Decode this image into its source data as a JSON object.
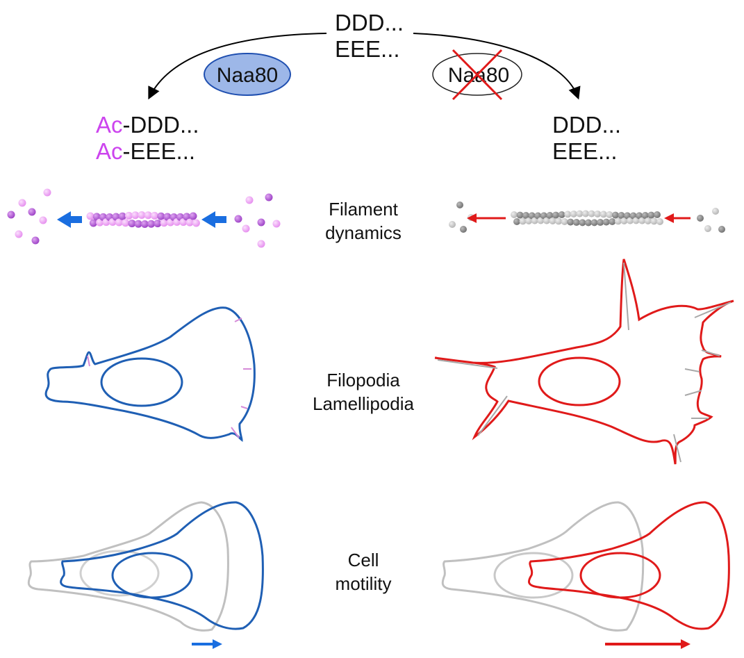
{
  "substrate": {
    "line1": "DDD...",
    "line2": "EEE..."
  },
  "left_branch": {
    "enzyme_label": "Naa80",
    "enzyme_state": "present",
    "product": {
      "prefix": "Ac",
      "line1": "-DDD...",
      "line2": "-EEE..."
    },
    "outcome_color": "#1f5fb4"
  },
  "right_branch": {
    "enzyme_label": "Naa80",
    "enzyme_state": "knocked-out",
    "product": {
      "line1": "DDD...",
      "line2": "EEE..."
    },
    "outcome_color": "#e01a1a"
  },
  "rows": [
    {
      "id": "filament",
      "line1": "Filament",
      "line2": "dynamics"
    },
    {
      "id": "protrusions",
      "line1": "Filopodia",
      "line2": "Lamellipodia"
    },
    {
      "id": "motility",
      "line1": "Cell",
      "line2": "motility"
    }
  ],
  "colors": {
    "acetyl_prefix": "#cc44ee",
    "enzyme_fill": "#9db7e8",
    "enzyme_stroke": "#1f4fb0",
    "cross": "#e01a1a",
    "blue_arrow": "#1a6ee0",
    "red_arrow": "#e01a1a",
    "bead_light_purple": "#f0a8f5",
    "bead_dark_purple": "#b35ad8",
    "bead_light_grey": "#c8c8c8",
    "bead_dark_grey": "#8a8a8a",
    "ghost_outline": "#c0c0c0",
    "filopodia_core_left": "#d58ad8",
    "filopodia_core_right": "#a8a8a8"
  },
  "motility_arrows": {
    "left_relative_length": 0.33,
    "right_relative_length": 1.0
  },
  "filament_arrows": {
    "left": "large",
    "right": "small"
  }
}
